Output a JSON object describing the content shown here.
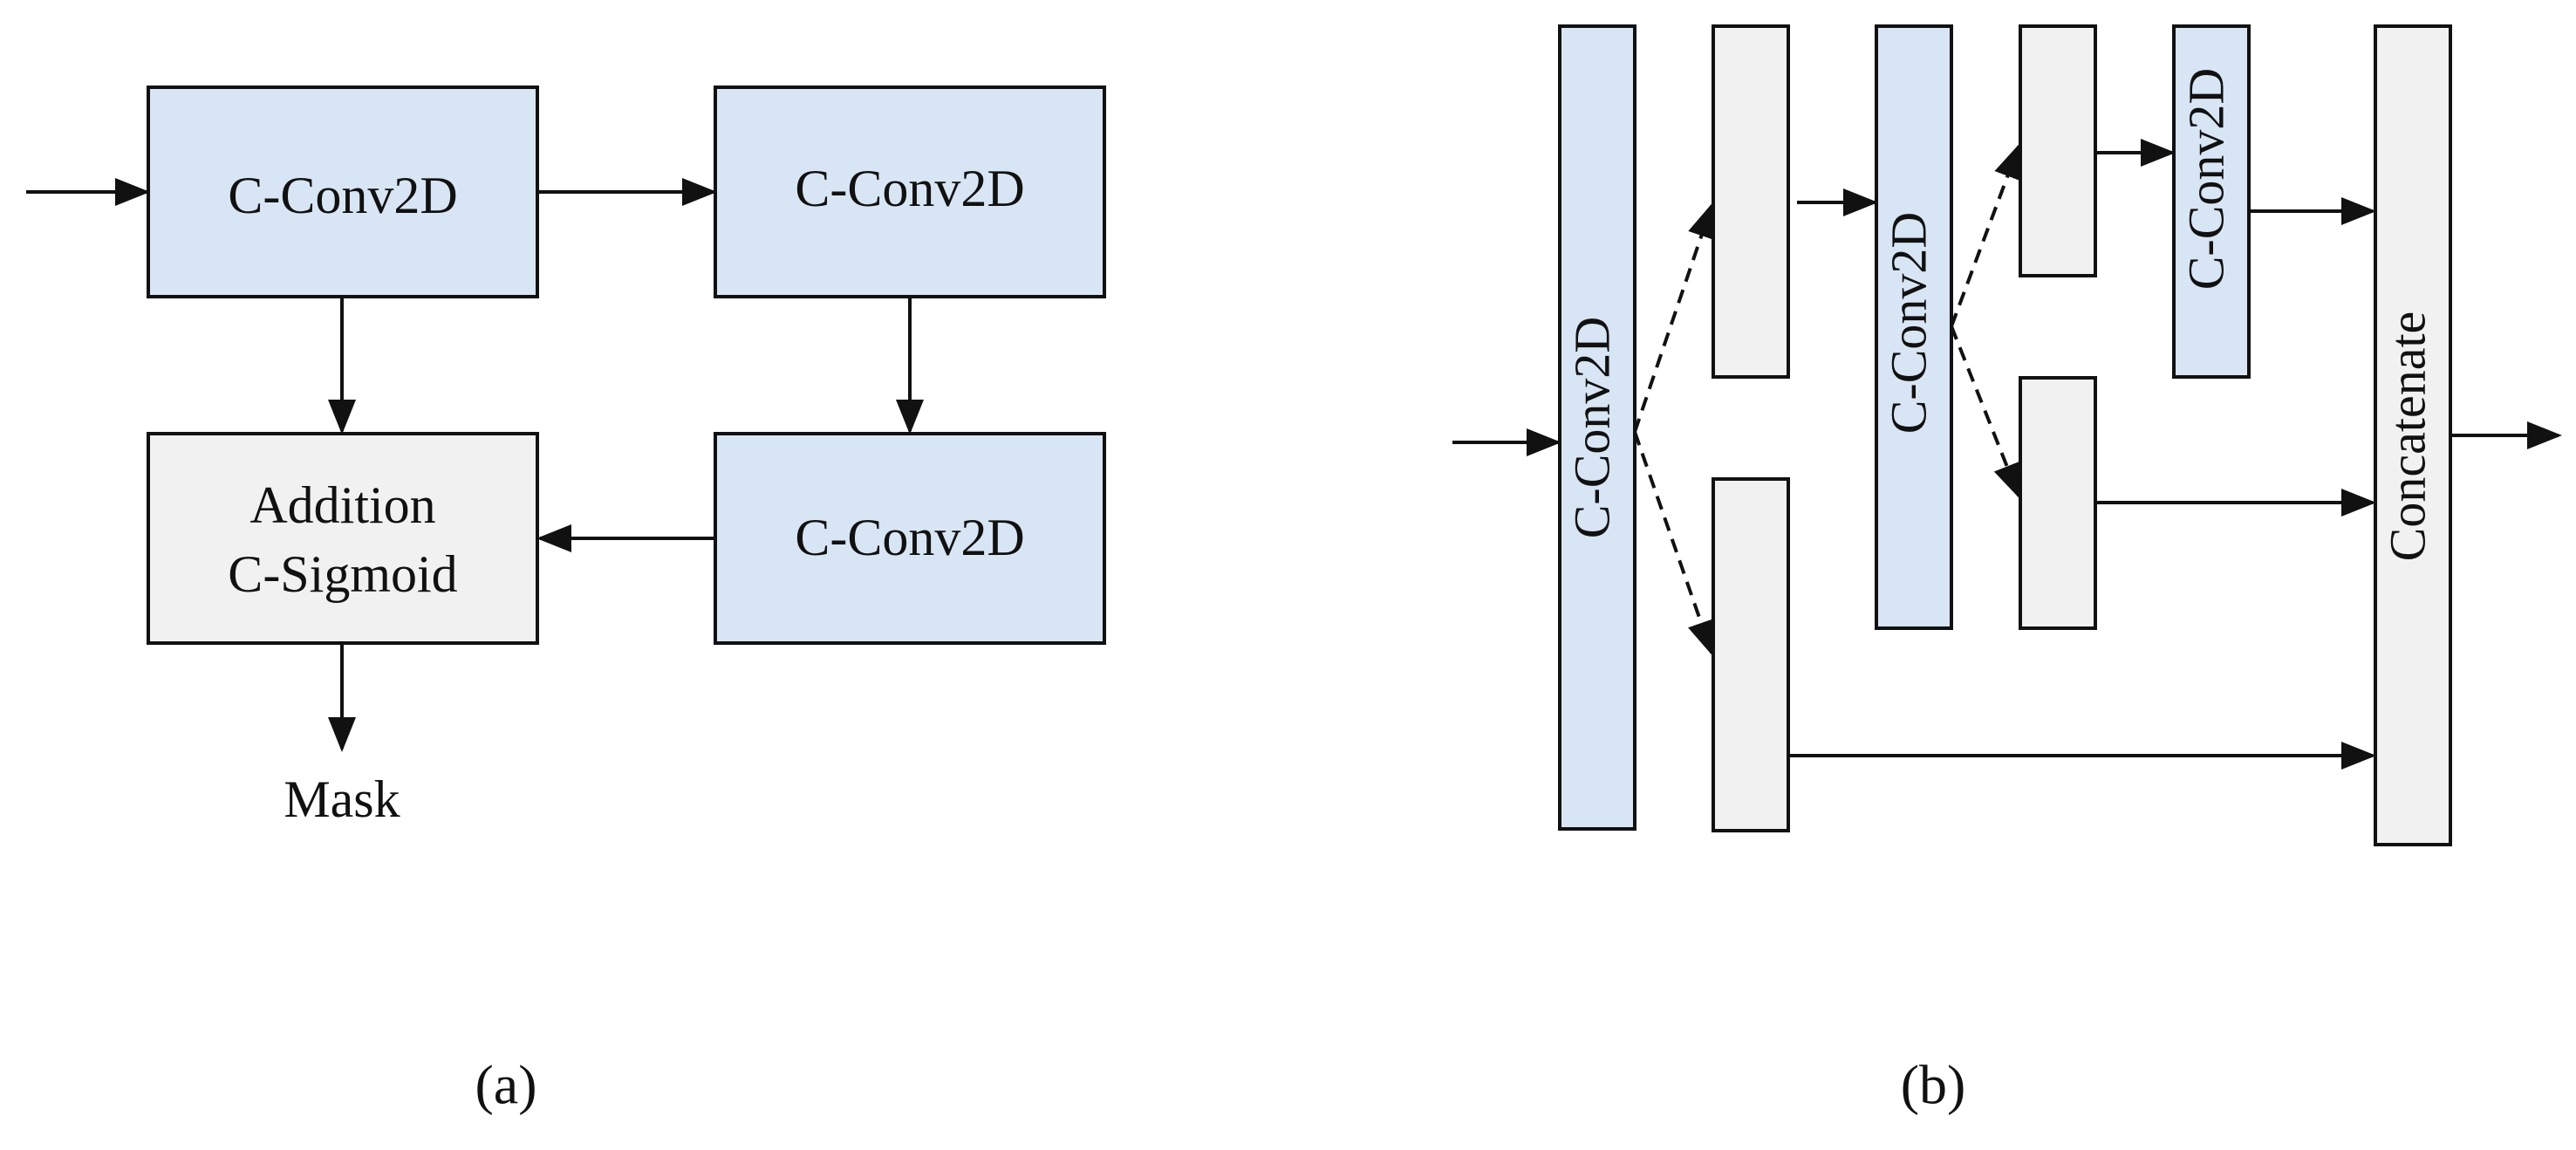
{
  "colors": {
    "conv_fill": "#d8e5f5",
    "neutral_fill": "#f1f1f1",
    "stroke": "#111111"
  },
  "panel_a": {
    "label": "(a)",
    "conv_top_left": "C-Conv2D",
    "conv_top_right": "C-Conv2D",
    "conv_bottom_right": "C-Conv2D",
    "addition_line1": "Addition",
    "addition_line2": "C-Sigmoid",
    "output_label": "Mask"
  },
  "panel_b": {
    "label": "(b)",
    "conv_main": "C-Conv2D",
    "conv_middle": "C-Conv2D",
    "conv_right": "C-Conv2D",
    "concatenate": "Concatenate"
  }
}
